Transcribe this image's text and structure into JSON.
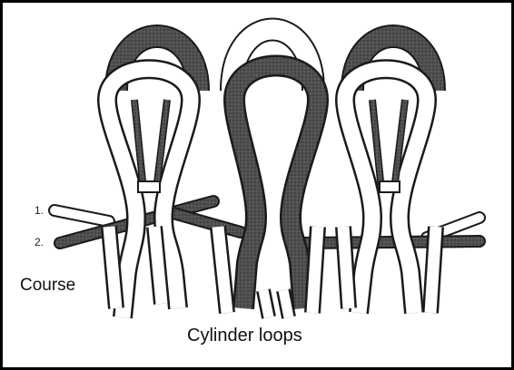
{
  "labels": {
    "yarn_1": "1.",
    "yarn_2": "2.",
    "course": "Course",
    "cylinder_loops": "Cylinder loops"
  },
  "colors": {
    "light_yarn": "#ffffff",
    "dark_yarn": "#4a4a4a",
    "outline": "#1a1a1a"
  }
}
